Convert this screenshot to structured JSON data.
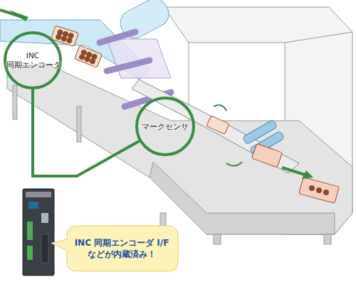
{
  "diagram": {
    "nodes": [
      {
        "text": [
          "INC 同期エンコーダ"
        ]
      },
      {
        "text": [
          "マークセンサ"
        ]
      },
      {
        "text": [
          "INC 同期エンコーダ I/F などが内蔵済み！"
        ]
      }
    ],
    "edges": [
      {
        "from": 0,
        "to": 1,
        "arrow": "none"
      }
    ]
  }
}
